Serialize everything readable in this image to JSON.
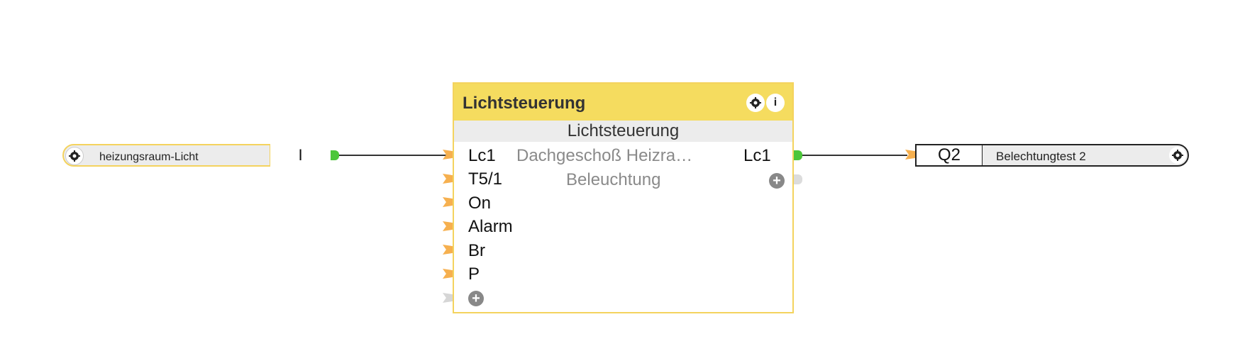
{
  "input_block": {
    "name": "heizungsraum-Licht",
    "value": "I"
  },
  "main_block": {
    "title": "Lichtsteuerung",
    "info_label": "i",
    "subtitle": "Lichtsteuerung",
    "description_line1": "Dachgeschoß Heizra…",
    "description_line2": "Beleuchtung",
    "inputs": [
      "Lc1",
      "T5/1",
      "On",
      "Alarm",
      "Br",
      "P"
    ],
    "outputs": [
      "Lc1"
    ],
    "add_label": "+"
  },
  "output_block": {
    "value": "Q2",
    "name": "Belechtungtest 2"
  },
  "colors": {
    "header": "#f5dc5f",
    "border": "#f4d35e",
    "input_flag": "#f6b04f",
    "output_nub": "#4cc63a"
  },
  "icons": [
    "gear-icon",
    "info-icon",
    "plus-icon"
  ]
}
